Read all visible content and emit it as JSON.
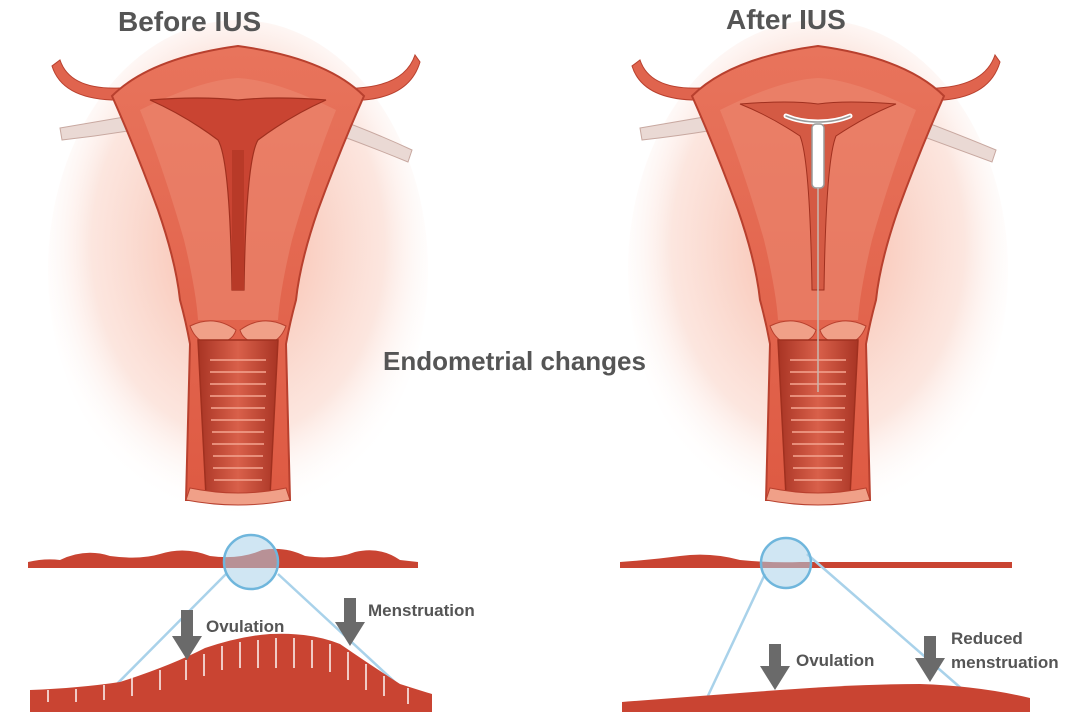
{
  "titles": {
    "before": "Before IUS",
    "after": "After IUS",
    "center": "Endometrial changes"
  },
  "labels": {
    "left_ovulation": "Ovulation",
    "left_menstruation": "Menstruation",
    "right_ovulation": "Ovulation",
    "right_reduced_line1": "Reduced",
    "right_reduced_line2": "menstruation"
  },
  "colors": {
    "tissue": "#e2614a",
    "tissue_dark": "#b83a28",
    "tissue_light": "#f0a088",
    "glow": "#f7c2b2",
    "endometrium": "#c94432",
    "lens": "#a9d2ea",
    "lens_line": "#6fb6dc",
    "arrow": "#6a6a6a",
    "text": "#555555"
  },
  "icons": [
    "down-arrow-icon",
    "magnifier-circle-icon",
    "iud-device-icon"
  ]
}
